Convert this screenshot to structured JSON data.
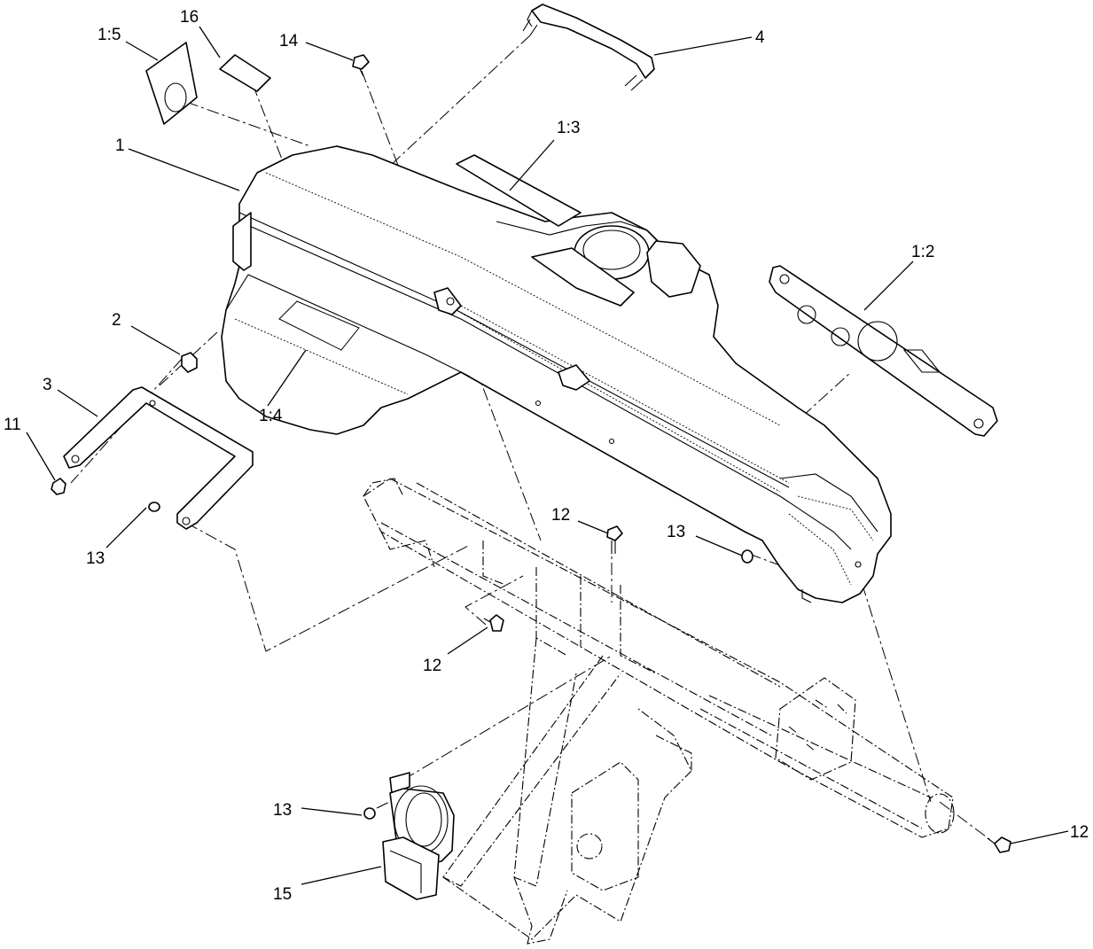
{
  "callouts": {
    "c1": "1",
    "c1_2": "1:2",
    "c1_3": "1:3",
    "c1_4": "1:4",
    "c1_5": "1:5",
    "c2": "2",
    "c3": "3",
    "c4": "4",
    "c11": "11",
    "c12a": "12",
    "c12b": "12",
    "c12c": "12",
    "c13a": "13",
    "c13b": "13",
    "c13c": "13",
    "c14": "14",
    "c15": "15",
    "c16": "16"
  }
}
